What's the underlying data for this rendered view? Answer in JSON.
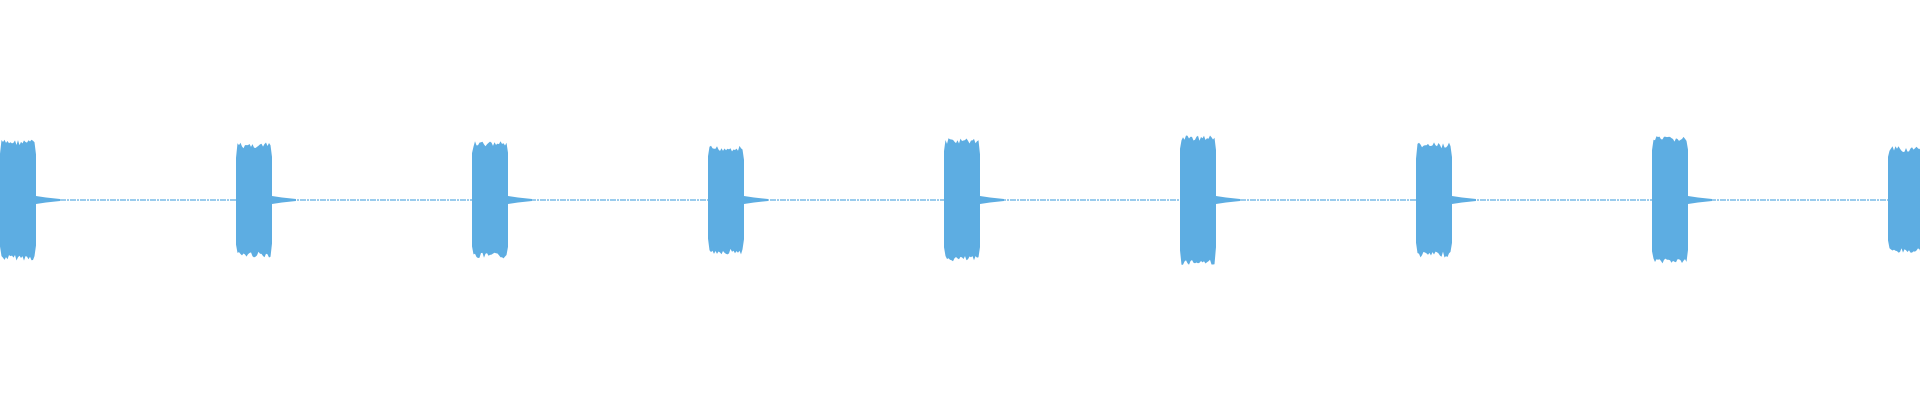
{
  "waveform": {
    "color": "#5dade2",
    "background": "#ffffff",
    "burst_count": 9,
    "bursts": [
      {
        "amplitude": 0.93
      },
      {
        "amplitude": 0.88
      },
      {
        "amplitude": 0.9
      },
      {
        "amplitude": 0.83
      },
      {
        "amplitude": 0.95
      },
      {
        "amplitude": 1.0
      },
      {
        "amplitude": 0.88
      },
      {
        "amplitude": 0.98
      },
      {
        "amplitude": 0.82
      }
    ],
    "silence_level": 0.02
  }
}
